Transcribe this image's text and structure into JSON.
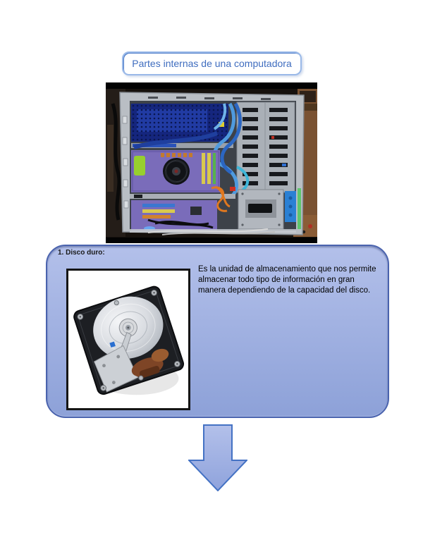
{
  "document": {
    "title": "Partes internas de una computadora"
  },
  "section_hdd": {
    "label": "1. Disco duro:",
    "description": "Es la unidad de almacenamiento que nos permite almacenar todo tipo de información en gran manera dependiendo de la capacidad del disco."
  },
  "figures": {
    "computer_photo": "open-computer-case-photo",
    "hdd_photo": "opened-hard-disk-drive-photo",
    "down_arrow": "down-arrow-shape"
  },
  "theme": {
    "page-bg": "#ffffff",
    "title-text": "#3f6dbf",
    "title-border": "#9ab9e8",
    "title-border-inner": "#4f7dc9",
    "panel-top": "#b3c0ea",
    "panel-bottom": "#8da1d8",
    "panel-border": "#4a63ae",
    "label-color": "#1a1a1a",
    "body-text": "#000000",
    "arrow-fill": "#8fa3dc",
    "arrow-border": "#4472c4"
  }
}
